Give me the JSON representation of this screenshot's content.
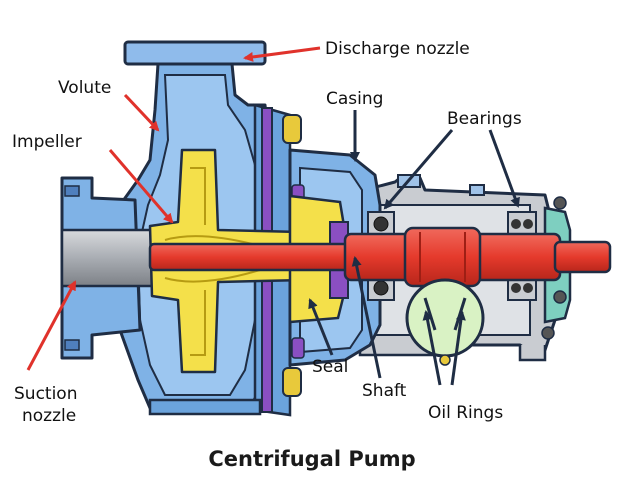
{
  "title": "Centrifugal Pump",
  "labels": {
    "discharge_nozzle": "Discharge nozzle",
    "volute": "Volute",
    "casing": "Casing",
    "bearings": "Bearings",
    "impeller": "Impeller",
    "seal": "Seal",
    "shaft": "Shaft",
    "oil_rings": "Oil Rings",
    "suction_line1": "Suction",
    "suction_line2": "nozzle"
  },
  "colors": {
    "casing_blue": "#7fb2e6",
    "casing_dark": "#5b8fc9",
    "impeller_yellow": "#f4e04a",
    "shaft_red": "#e53a2c",
    "seal_purple": "#8a4fc2",
    "bolt_gold": "#e8c93b",
    "housing_gray": "#c9ccd1",
    "coupling_teal": "#7ecfc0",
    "ring_green": "#d9f2c4",
    "arrow_red": "#e0322b",
    "arrow_dark": "#1f2d44"
  }
}
